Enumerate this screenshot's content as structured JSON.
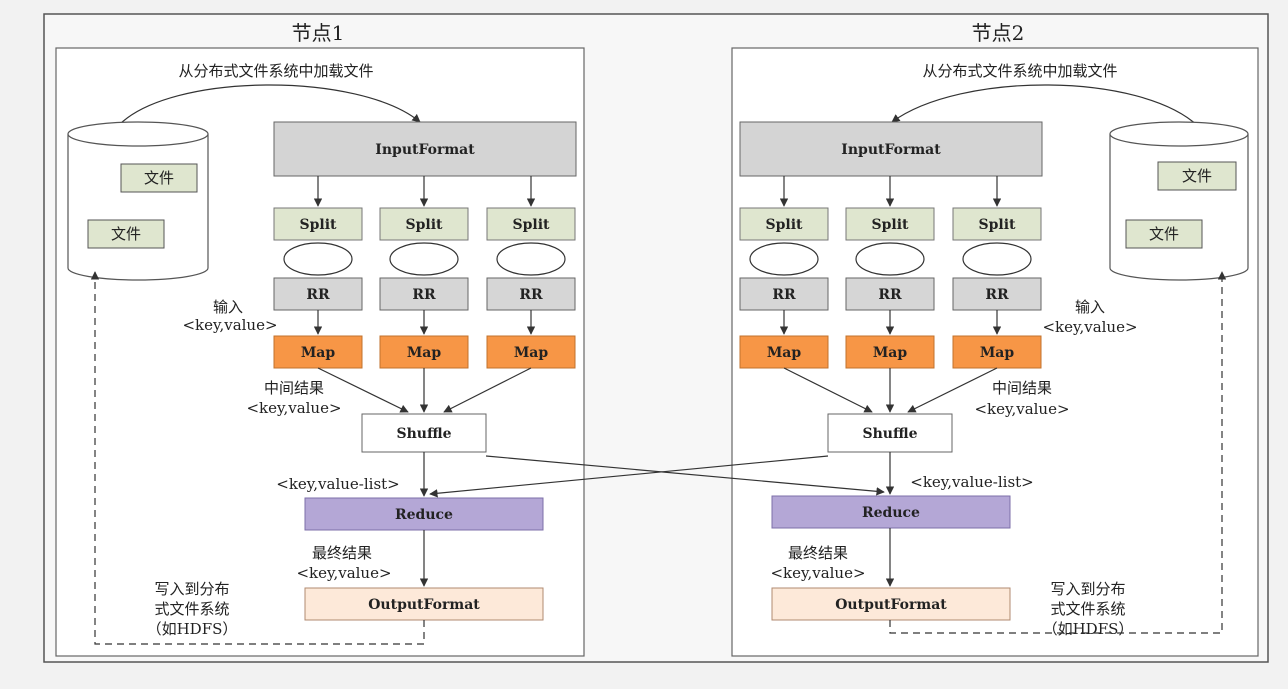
{
  "colors": {
    "background": "#f2f2f2",
    "frame": "#ffffff",
    "input_format": "#d4d4d4",
    "split": "#dfe6cf",
    "rr": "#d6d6d6",
    "map": "#f79646",
    "shuffle": "#ffffff",
    "reduce": "#b4a7d6",
    "output_format": "#fde9d9",
    "file": "#dfe6cf",
    "line": "#333333"
  },
  "nodes": [
    {
      "title": "节点1",
      "load_label": "从分布式文件系统中加载文件",
      "files": [
        "文件",
        "文件"
      ],
      "input_format": "InputFormat",
      "splits": [
        "Split",
        "Split",
        "Split"
      ],
      "rrs": [
        "RR",
        "RR",
        "RR"
      ],
      "maps": [
        "Map",
        "Map",
        "Map"
      ],
      "input_label": [
        "输入",
        "<key,value>"
      ],
      "intermediate_label": [
        "中间结果",
        "<key,value>"
      ],
      "shuffle": "Shuffle",
      "list_label": "<key,value-list>",
      "reduce": "Reduce",
      "final_label": [
        "最终结果",
        "<key,value>"
      ],
      "output_format": "OutputFormat",
      "write_label": [
        "写入到分布",
        "式文件系统",
        "（如HDFS）"
      ]
    },
    {
      "title": "节点2",
      "load_label": "从分布式文件系统中加载文件",
      "files": [
        "文件",
        "文件"
      ],
      "input_format": "InputFormat",
      "splits": [
        "Split",
        "Split",
        "Split"
      ],
      "rrs": [
        "RR",
        "RR",
        "RR"
      ],
      "maps": [
        "Map",
        "Map",
        "Map"
      ],
      "input_label": [
        "输入",
        "<key,value>"
      ],
      "intermediate_label": [
        "中间结果",
        "<key,value>"
      ],
      "shuffle": "Shuffle",
      "list_label": "<key,value-list>",
      "reduce": "Reduce",
      "final_label": [
        "最终结果",
        "<key,value>"
      ],
      "output_format": "OutputFormat",
      "write_label": [
        "写入到分布",
        "式文件系统",
        "（如HDFS）"
      ]
    }
  ]
}
